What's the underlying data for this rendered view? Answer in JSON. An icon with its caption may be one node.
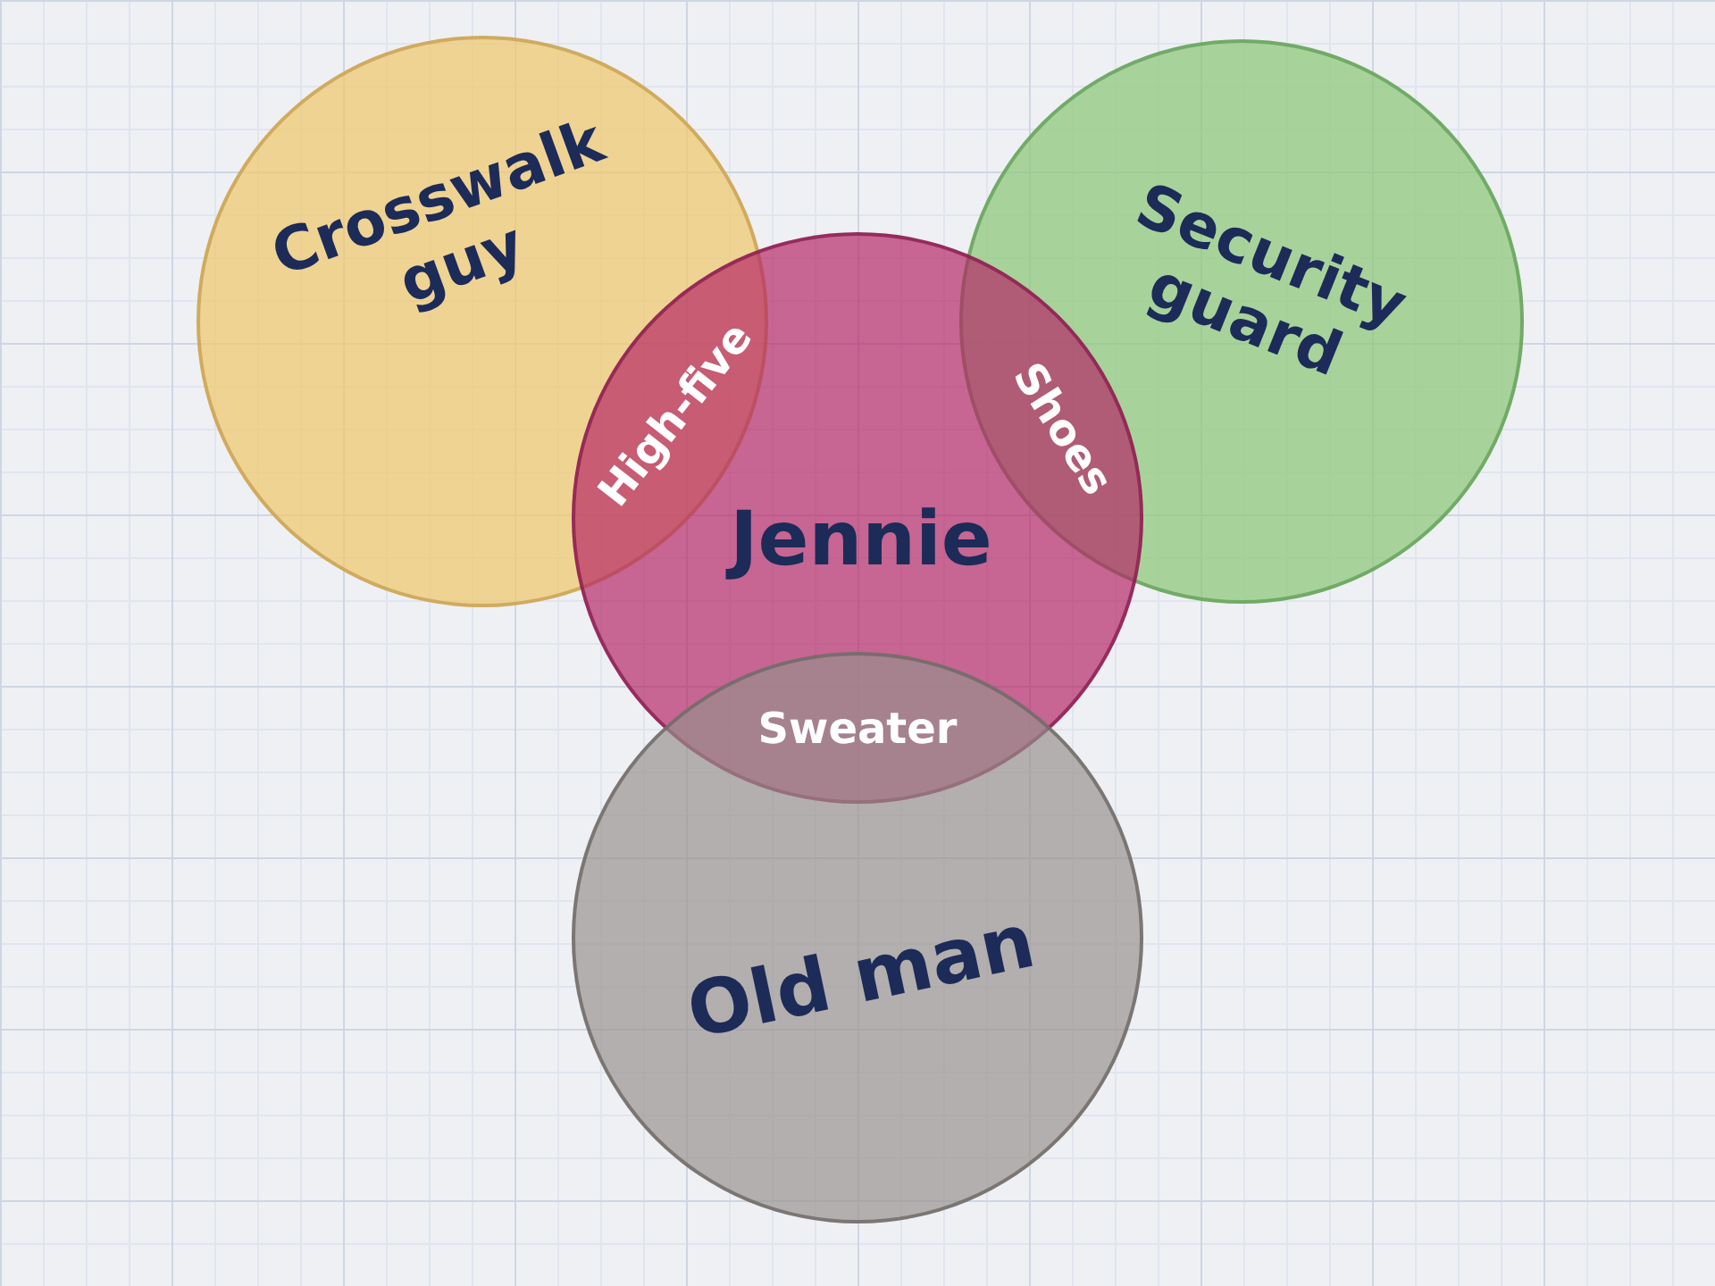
{
  "diagram": {
    "nodes": [
      {
        "text": [
          "Crosswalk guy"
        ]
      },
      {
        "text": [
          "Security guard"
        ]
      },
      {
        "text": [
          "Jennie"
        ]
      },
      {
        "text": [
          "Old man"
        ]
      }
    ],
    "labels": [
      "High-five",
      "Shoes",
      "Sweater"
    ]
  }
}
